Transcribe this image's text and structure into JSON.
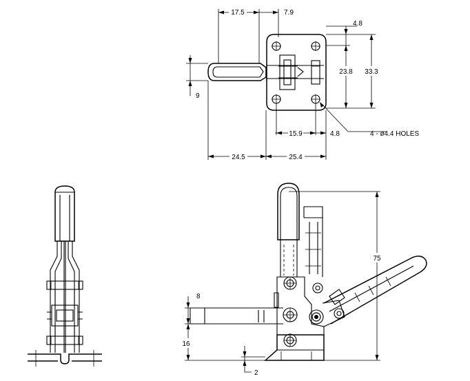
{
  "drawing": {
    "top_view": {
      "dim_17_5": "17.5",
      "dim_7_9": "7.9",
      "dim_4_8_top": "4.8",
      "dim_23_8": "23.8",
      "dim_33_3": "33.3",
      "dim_9": "9",
      "dim_15_9": "15.9",
      "dim_4_8_bottom": "4.8",
      "holes_note": "4 - ø4.4 HOLES",
      "dim_24_5": "24.5",
      "dim_25_4": "25.4"
    },
    "side_view": {
      "dim_75": "75",
      "dim_8": "8",
      "dim_16": "16",
      "dim_2": "2"
    }
  }
}
